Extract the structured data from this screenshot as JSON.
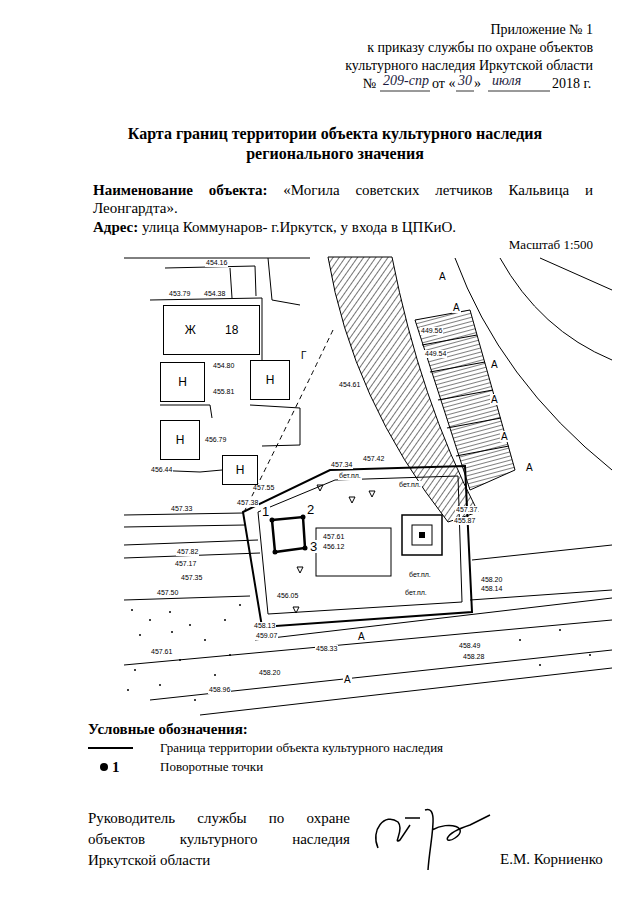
{
  "diagram": {
    "title": "Карта границ территории объекта культурного наследия регионального значения",
    "nodes": [
      {
        "text": [
          "Ж",
          "18"
        ]
      },
      {
        "text": [
          "Н"
        ]
      },
      {
        "text": [
          "Н"
        ]
      },
      {
        "text": [
          "Н"
        ]
      },
      {
        "text": [
          "Н"
        ]
      }
    ],
    "labels": [
      "Приложение № 1",
      "к приказу службы по охране объектов",
      "культурного наследия Иркутской области",
      "№",
      "209-спр",
      "от «",
      "30",
      "»",
      "июля",
      "2018 г.",
      "Наименование объекта:",
      "«Могила советских летчиков Кальвица и Леонгардта».",
      "Адрес:",
      "улица Коммунаров- г.Иркутск, у входа в ЦПКиО.",
      "Масштаб 1:500",
      "454.16",
      "454.38",
      "453.79",
      "454.80",
      "Г",
      "454.61",
      "455.81",
      "456.79",
      "456.44",
      "457.55",
      "457.33",
      "457.34",
      "457.42",
      "бет.пл.",
      "бет.пл.",
      "457.38",
      "457.37",
      "455.87",
      "457.61",
      "456.12",
      "457.82",
      "457.17",
      "457.35",
      "457.50",
      "456.05",
      "бет.пл.",
      "бет.пл.",
      "458.20",
      "458.14",
      "458.13",
      "459.07",
      "458.33",
      "458.49",
      "458.28",
      "457.61",
      "458.20",
      "458.96",
      "А",
      "А",
      "А",
      "А",
      "А",
      "А",
      "А",
      "А",
      "449.56",
      "449.54",
      "1",
      "2",
      "3",
      "Условные обозначения:",
      "1",
      "Руководитель службы по охране объектов культурного наследия Иркутской области",
      "Е.М. Корниенко"
    ],
    "legend": [
      {
        "text": "Граница территории объекта культурного наследия"
      },
      {
        "text": "Поворотные точки"
      }
    ]
  }
}
